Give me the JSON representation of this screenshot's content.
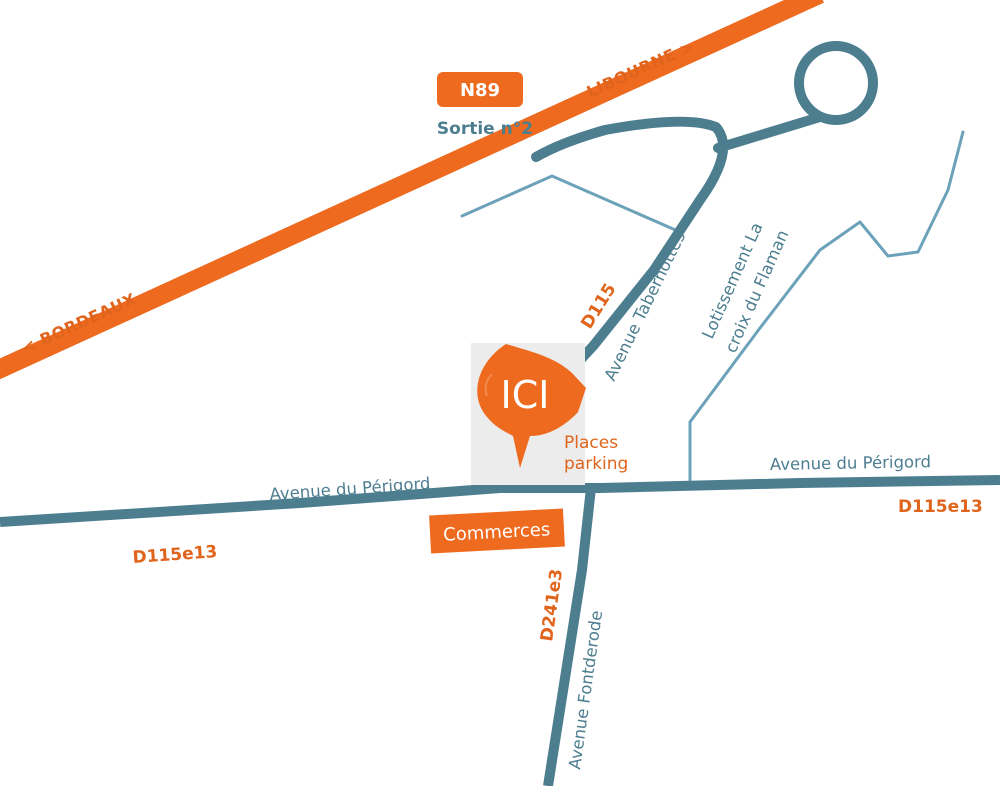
{
  "colors": {
    "orange": "#ee6a1f",
    "orange_text": "#e0641c",
    "road_blue": "#4d7e90",
    "street_blue": "#6ca2b9",
    "pin_shadow": "#ececec"
  },
  "highway": {
    "badge": "N89",
    "exit": "Sortie n°2",
    "direction_left": "< BORDEAUX",
    "direction_right": "LIBOURNE >"
  },
  "roads": {
    "d115": "D115",
    "avenue_tabernottes": "Avenue Tabernottes",
    "lotissement_line1": "Lotissement La",
    "lotissement_line2": "croix du Flaman",
    "avenue_perigord_left": "Avenue du Périgord",
    "avenue_perigord_right": "Avenue du Périgord",
    "d115e13_left": "D115e13",
    "d115e13_right": "D115e13",
    "d241e3": "D241e3",
    "avenue_fontderode": "Avenue Fontderode"
  },
  "marker": {
    "label": "ICI",
    "icon": "location-pin-icon"
  },
  "parking": {
    "line1": "Places",
    "line2": "parking"
  },
  "commerces": {
    "label": "Commerces"
  }
}
